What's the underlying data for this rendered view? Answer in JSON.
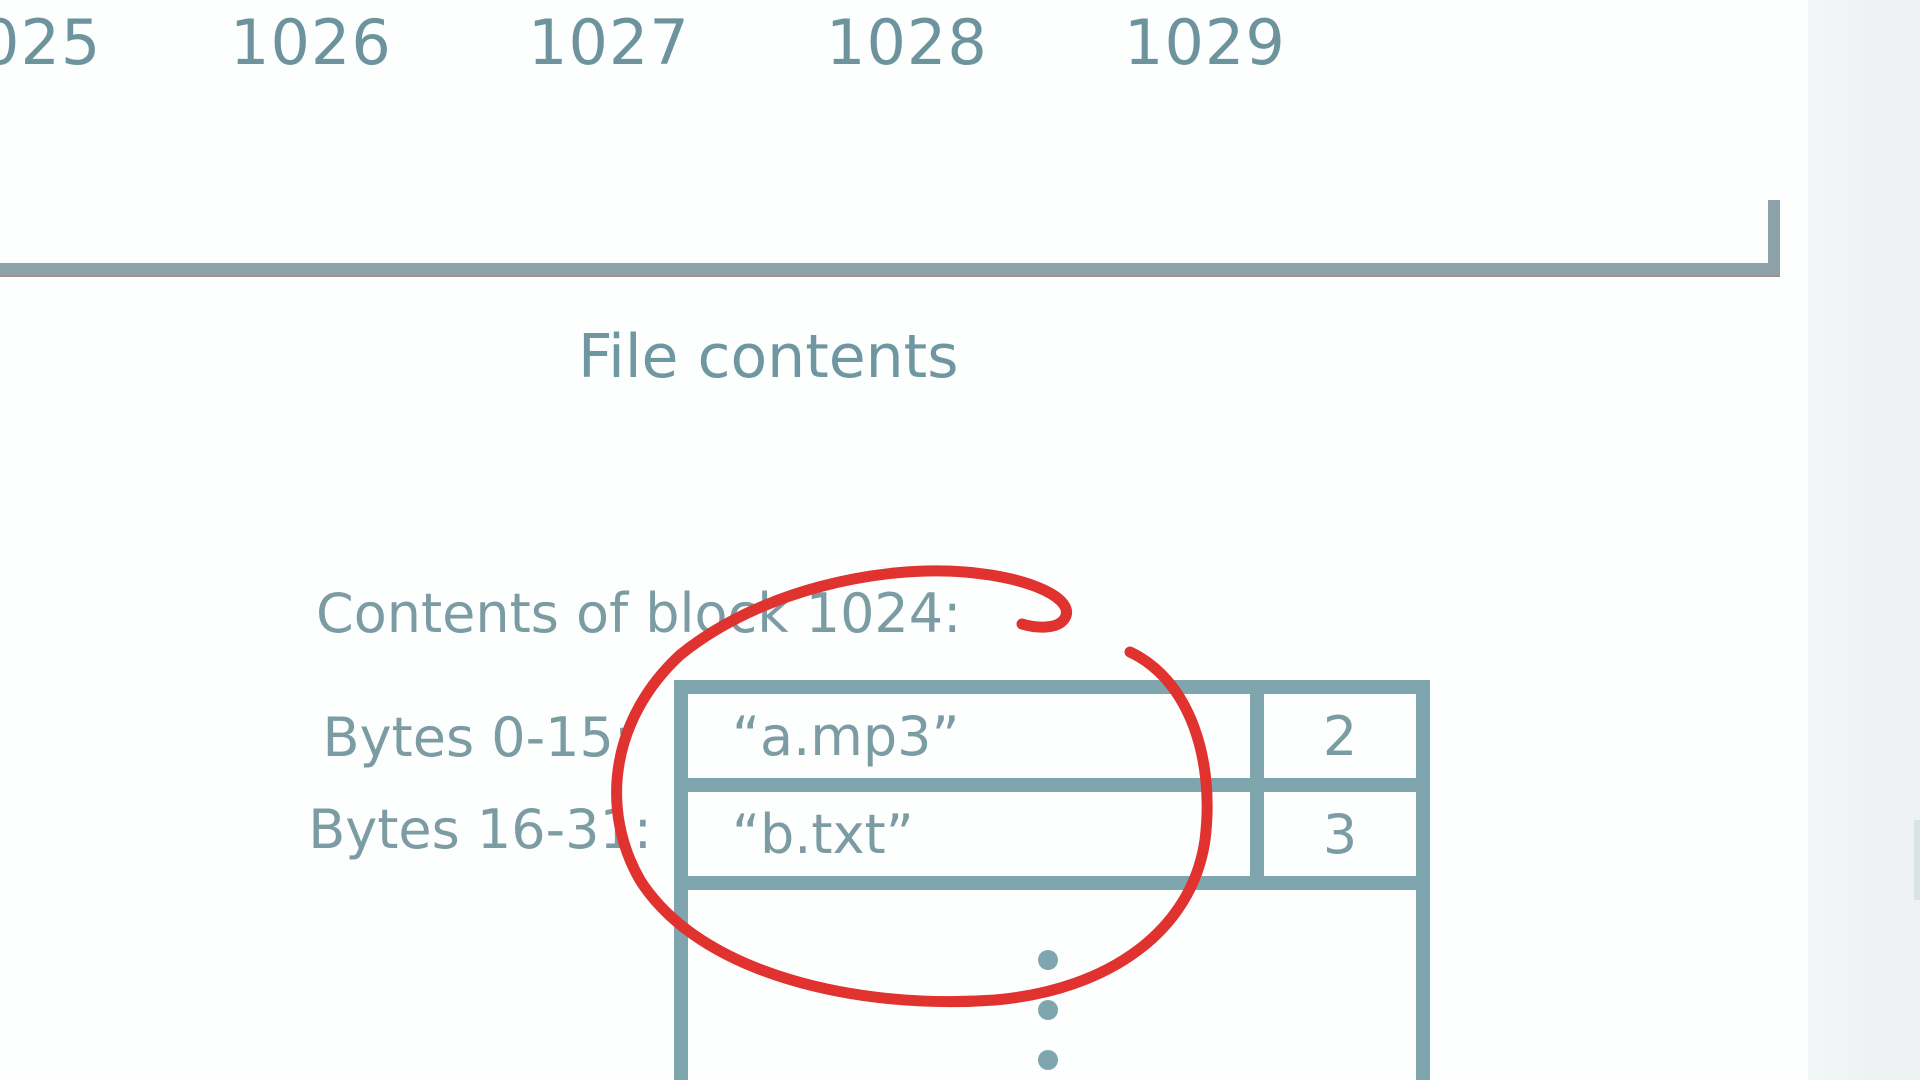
{
  "diagram": {
    "block_numbers": [
      "025",
      "1026",
      "1027",
      "1028",
      "1029"
    ],
    "file_contents_label": "File contents",
    "block_caption": "Contents of block 1024:",
    "rows": [
      {
        "bytes_label": "Bytes 0-15:",
        "name": "“a.mp3”",
        "number": "2"
      },
      {
        "bytes_label": "Bytes 16-31:",
        "name": "“b.txt”",
        "number": "3"
      }
    ],
    "ellipsis": "⋮"
  },
  "colors": {
    "diagram_teal": "#7fa5ae",
    "annotation_red": "#e0322f",
    "brace_gray": "#8ca1a8"
  }
}
